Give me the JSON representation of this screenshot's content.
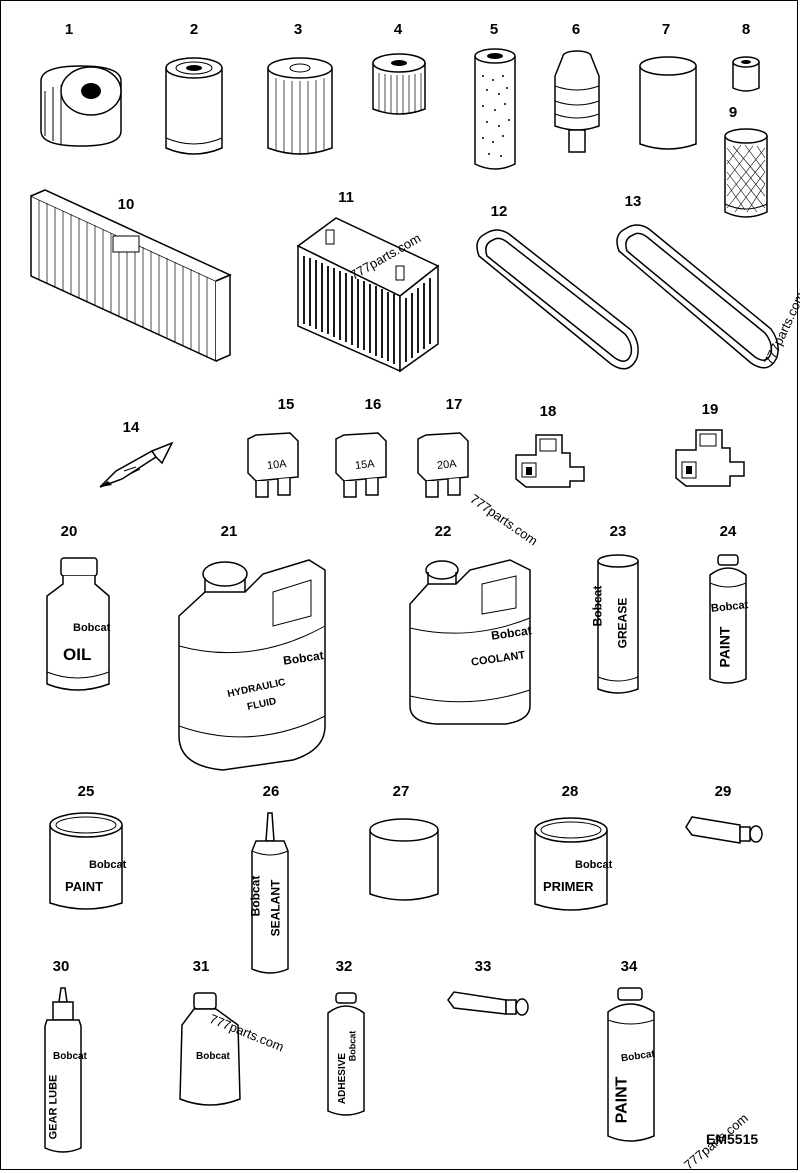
{
  "sheet": {
    "drawing_code": "EM5515",
    "watermark": "777parts.com",
    "brand": "Bobcat"
  },
  "parts": [
    {
      "n": "1"
    },
    {
      "n": "2"
    },
    {
      "n": "3"
    },
    {
      "n": "4"
    },
    {
      "n": "5"
    },
    {
      "n": "6"
    },
    {
      "n": "7"
    },
    {
      "n": "8"
    },
    {
      "n": "9"
    },
    {
      "n": "10"
    },
    {
      "n": "11"
    },
    {
      "n": "12"
    },
    {
      "n": "13"
    },
    {
      "n": "14"
    },
    {
      "n": "15",
      "label": "10A"
    },
    {
      "n": "16",
      "label": "15A"
    },
    {
      "n": "17",
      "label": "20A"
    },
    {
      "n": "18"
    },
    {
      "n": "19"
    },
    {
      "n": "20",
      "label": "OIL"
    },
    {
      "n": "21",
      "label": "HYDRAULIC",
      "label2": "FLUID"
    },
    {
      "n": "22",
      "label": "COOLANT"
    },
    {
      "n": "23",
      "label": "GREASE"
    },
    {
      "n": "24",
      "label": "PAINT"
    },
    {
      "n": "25",
      "label": "PAINT"
    },
    {
      "n": "26",
      "label": "SEALANT"
    },
    {
      "n": "27"
    },
    {
      "n": "28",
      "label": "PRIMER"
    },
    {
      "n": "29"
    },
    {
      "n": "30",
      "label": "GEAR LUBE"
    },
    {
      "n": "31"
    },
    {
      "n": "32",
      "label": "ADHESIVE"
    },
    {
      "n": "33"
    },
    {
      "n": "34",
      "label": "PAINT"
    }
  ]
}
